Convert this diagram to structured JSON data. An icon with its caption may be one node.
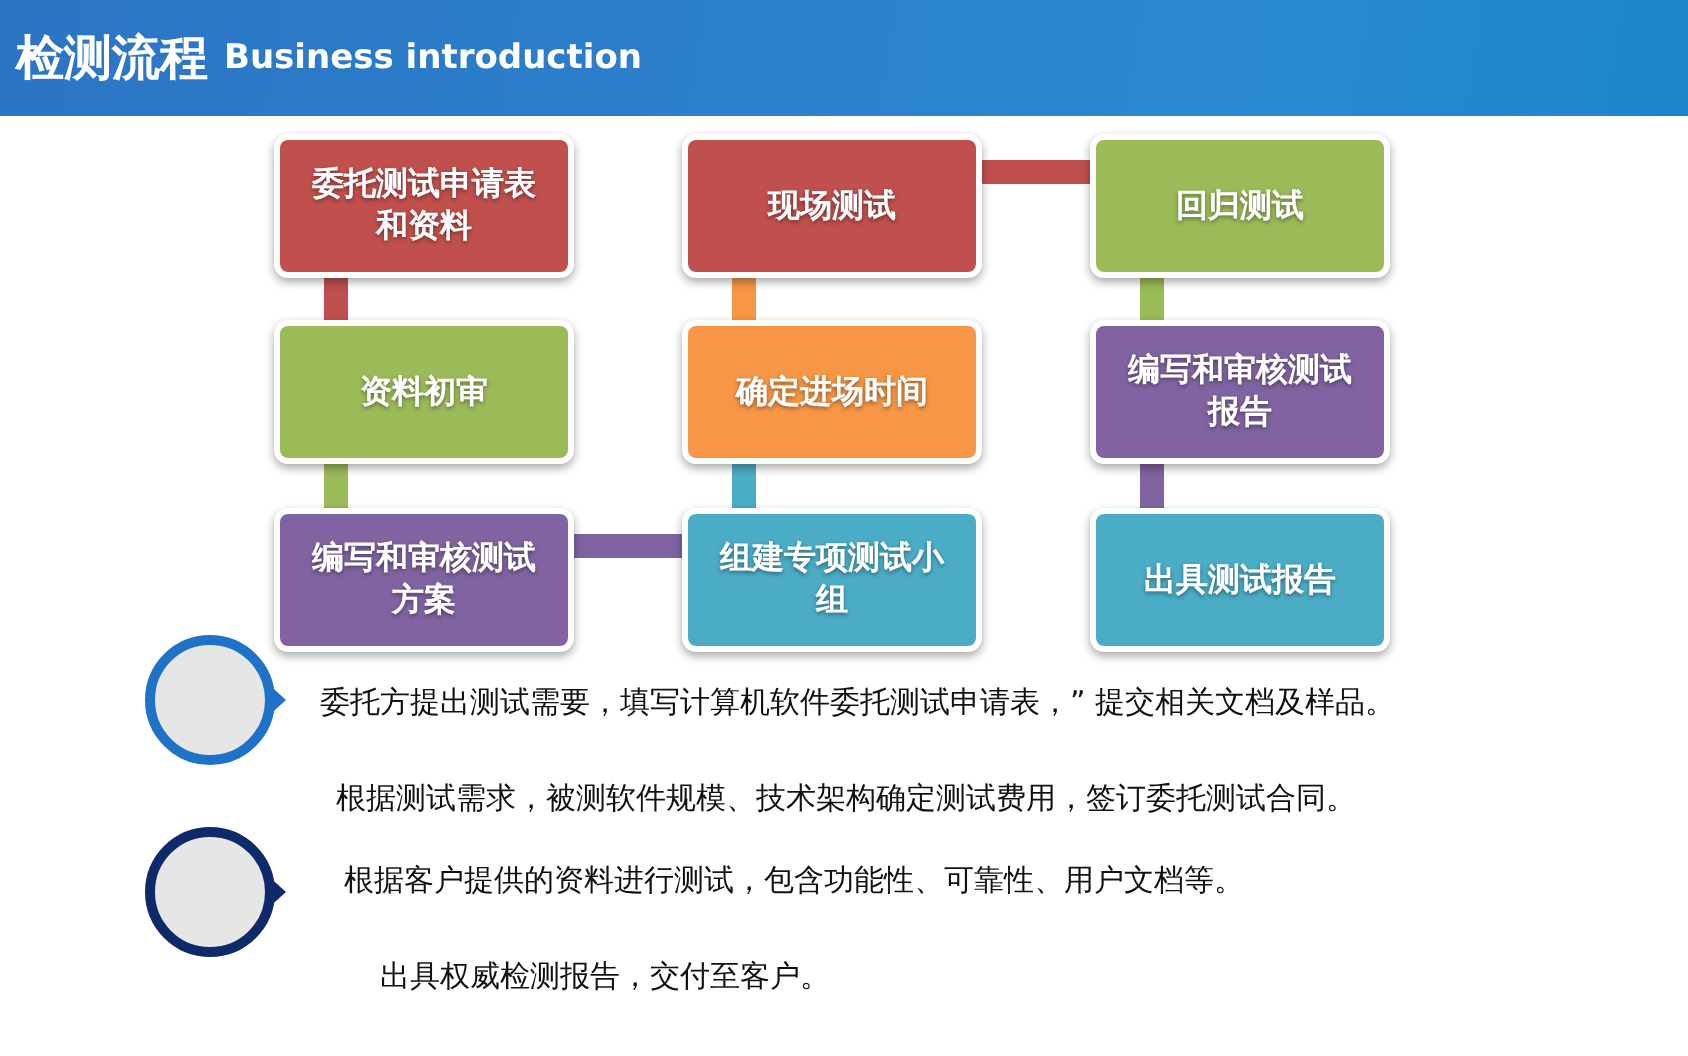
{
  "diagram": {
    "title": "检测流程",
    "nodes": [
      {
        "text": [
          "委托测试申请表和资料"
        ]
      },
      {
        "text": [
          "现场测试"
        ]
      },
      {
        "text": [
          "回归测试"
        ]
      },
      {
        "text": [
          "资料初审"
        ]
      },
      {
        "text": [
          "确定进场时间"
        ]
      },
      {
        "text": [
          "编写和审核测试报告"
        ]
      },
      {
        "text": [
          "编写和审核测试方案"
        ]
      },
      {
        "text": [
          "组建专项测试小组"
        ]
      },
      {
        "text": [
          "出具测试报告"
        ]
      }
    ],
    "edges": [
      {
        "from": 0,
        "to": 3,
        "arrow": "none",
        "color": "#c0504d"
      },
      {
        "from": 3,
        "to": 6,
        "arrow": "none",
        "color": "#9bbb59"
      },
      {
        "from": 6,
        "to": 7,
        "arrow": "none",
        "color": "#8064a2"
      },
      {
        "from": 7,
        "to": 4,
        "arrow": "none",
        "color": "#4bacc6"
      },
      {
        "from": 4,
        "to": 1,
        "arrow": "none",
        "color": "#f79646"
      },
      {
        "from": 1,
        "to": 2,
        "arrow": "none",
        "color": "#c0504d"
      },
      {
        "from": 2,
        "to": 5,
        "arrow": "none",
        "color": "#9bbb59"
      },
      {
        "from": 5,
        "to": 8,
        "arrow": "none",
        "color": "#8064a2"
      }
    ],
    "labels": [
      "Business introduction",
      "委托方提出测试需要，填写计算机软件委托测试申请表，” 提交相关文档及样品。",
      "根据测试需求，被测软件规模、技术架构确定测试费用，签订委托测试合同。",
      "根据客户提供的资料进行测试，包含功能性、可靠性、用户文档等。",
      "出具权威检测报告，交付至客户。"
    ]
  }
}
